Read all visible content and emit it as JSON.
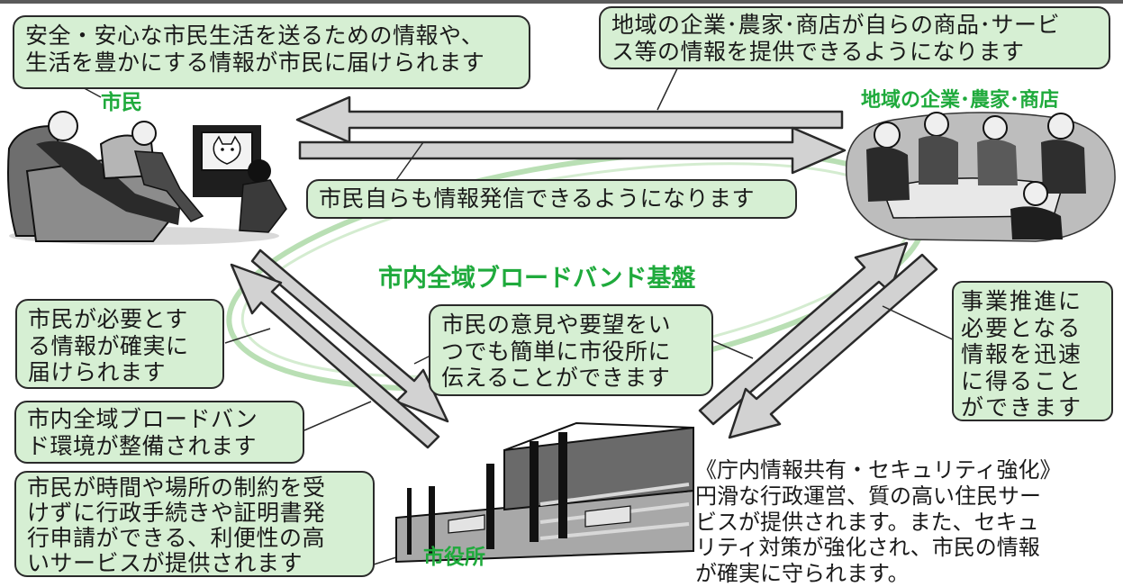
{
  "labels": {
    "citizen": "市民",
    "business": "地域の企業･農家･商店",
    "city_hall": "市役所",
    "broadband": "市内全域ブロードバンド基盤"
  },
  "callouts": {
    "citizen_info": [
      "安全・安心な市民生活を送るための情報や、",
      "生活を豊かにする情報が市民に届けられます"
    ],
    "business_info": [
      "地域の企業･農家･商店が自らの商品･サービ",
      "ス等の情報を提供できるようになります"
    ],
    "citizen_send": [
      "市民自らも情報発信できるようになります"
    ],
    "needed_info": [
      "市民が必要とす",
      "る情報が確実に",
      "届けられます"
    ],
    "opinions": [
      "市民の意見や要望をい",
      "つでも簡単に市役所に",
      "伝えることができます"
    ],
    "business_promo": [
      "事業推進に",
      "必要となる",
      "情報を迅速",
      "に得ること",
      "ができます"
    ],
    "broadband_env": [
      "市内全域ブロードバン",
      "ド環境が整備されます"
    ],
    "online_services": [
      "市民が時間や場所の制約を受",
      "けずに行政手続きや証明書発",
      "行申請ができる、利便性の高",
      "いサービスが提供されます"
    ]
  },
  "security_note": [
    "《庁内情報共有・セキュリティ強化》",
    "円滑な行政運営、質の高い住民サー",
    "ビスが提供されます。また、セキュ",
    "リティ対策が強化され、市民の情報",
    "が確実に守られます。"
  ],
  "colors": {
    "box_fill": "#d6efd3",
    "label_green": "#1faa3c",
    "ellipse": "#b9dfb4",
    "arrow_fill": "#d2d2d2"
  }
}
